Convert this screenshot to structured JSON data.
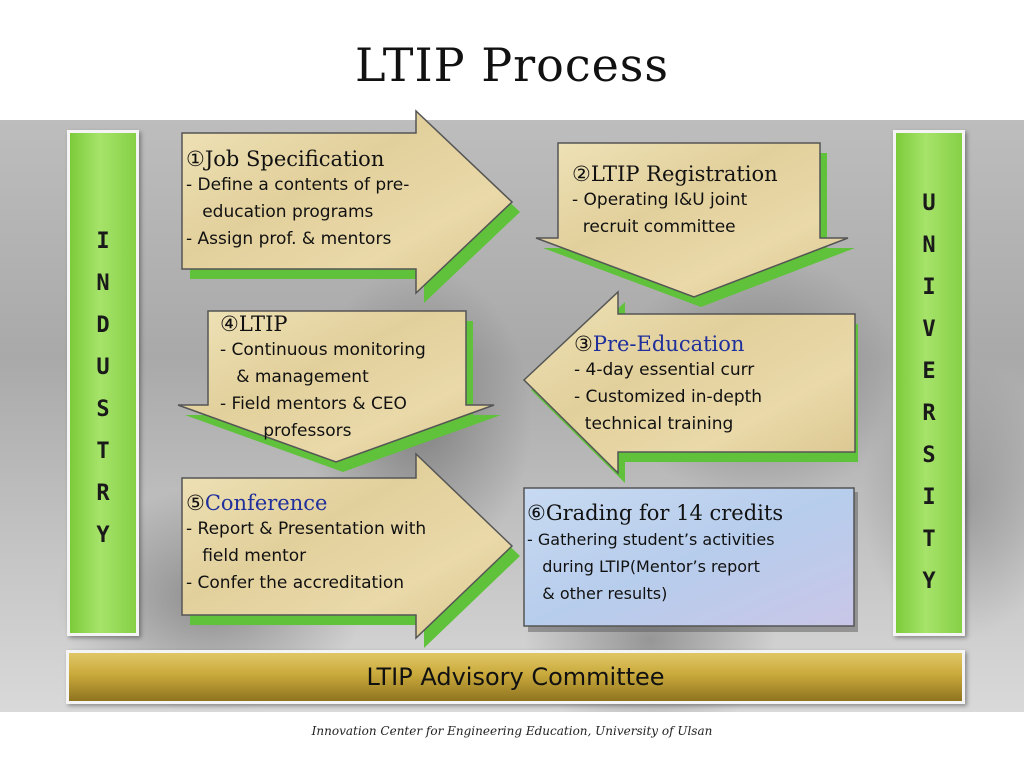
{
  "title": "LTIP Process",
  "industry_letters": [
    "I",
    "N",
    "D",
    "U",
    "S",
    "T",
    "R",
    "Y"
  ],
  "university_letters": [
    "U",
    "N",
    "I",
    "V",
    "E",
    "R",
    "S",
    "I",
    "T",
    "Y"
  ],
  "steps": [
    {
      "num": "①",
      "title": "Job Specification",
      "lines": [
        "- Define a contents of pre-",
        "   education programs",
        "- Assign prof. & mentors"
      ]
    },
    {
      "num": "②",
      "title": "LTIP Registration",
      "lines": [
        "- Operating I&U joint",
        "  recruit committee"
      ]
    },
    {
      "num": "③",
      "title": "Pre-Education",
      "lines": [
        "- 4-day essential curr",
        "- Customized in-depth",
        "  technical training"
      ]
    },
    {
      "num": "④",
      "title": "LTIP",
      "lines": [
        "- Continuous monitoring",
        "   & management",
        "- Field mentors & CEO",
        "        professors"
      ]
    },
    {
      "num": "⑤",
      "title": "Conference",
      "lines": [
        "- Report & Presentation with",
        "   field mentor",
        "- Confer the accreditation"
      ]
    },
    {
      "num": "⑥",
      "title": "Grading for 14 credits",
      "lines": [
        "- Gathering student’s activities",
        "   during LTIP(Mentor’s report",
        "   & other results)"
      ]
    }
  ],
  "committee": "LTIP Advisory Committee",
  "footer": "Innovation Center for Engineering Education, University of Ulsan",
  "colors": {
    "green": "#8fd64f",
    "gold": "#c9a93b",
    "parchment": "#e6d7a8",
    "blue_text": "#1f2f9c"
  }
}
